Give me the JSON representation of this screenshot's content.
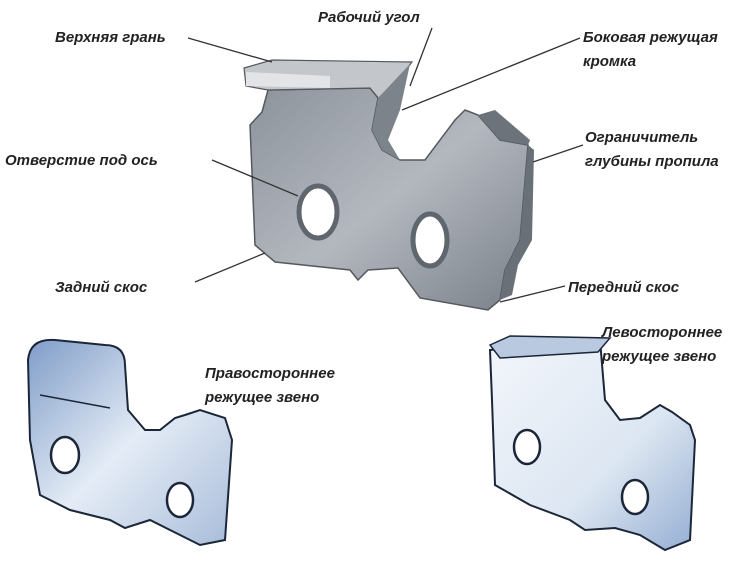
{
  "labels": {
    "working_angle": "Рабочий угол",
    "top_plate": "Верхняя грань",
    "side_edge_1": "Боковая режущая",
    "side_edge_2": "кромка",
    "depth_gauge_1": "Ограничитель",
    "depth_gauge_2": "глубины пропила",
    "rivet_hole": "Отверстие под ось",
    "rear_bevel": "Задний скос",
    "front_bevel": "Передний скос",
    "right_link_1": "Правостороннее",
    "right_link_2": "режущее звено",
    "left_link_1": "Левостороннее",
    "left_link_2": "режущее звено"
  },
  "colors": {
    "steel": "#9aa0a8",
    "steel_dark": "#5f656d",
    "blue_steel": "#9fb6d6"
  }
}
